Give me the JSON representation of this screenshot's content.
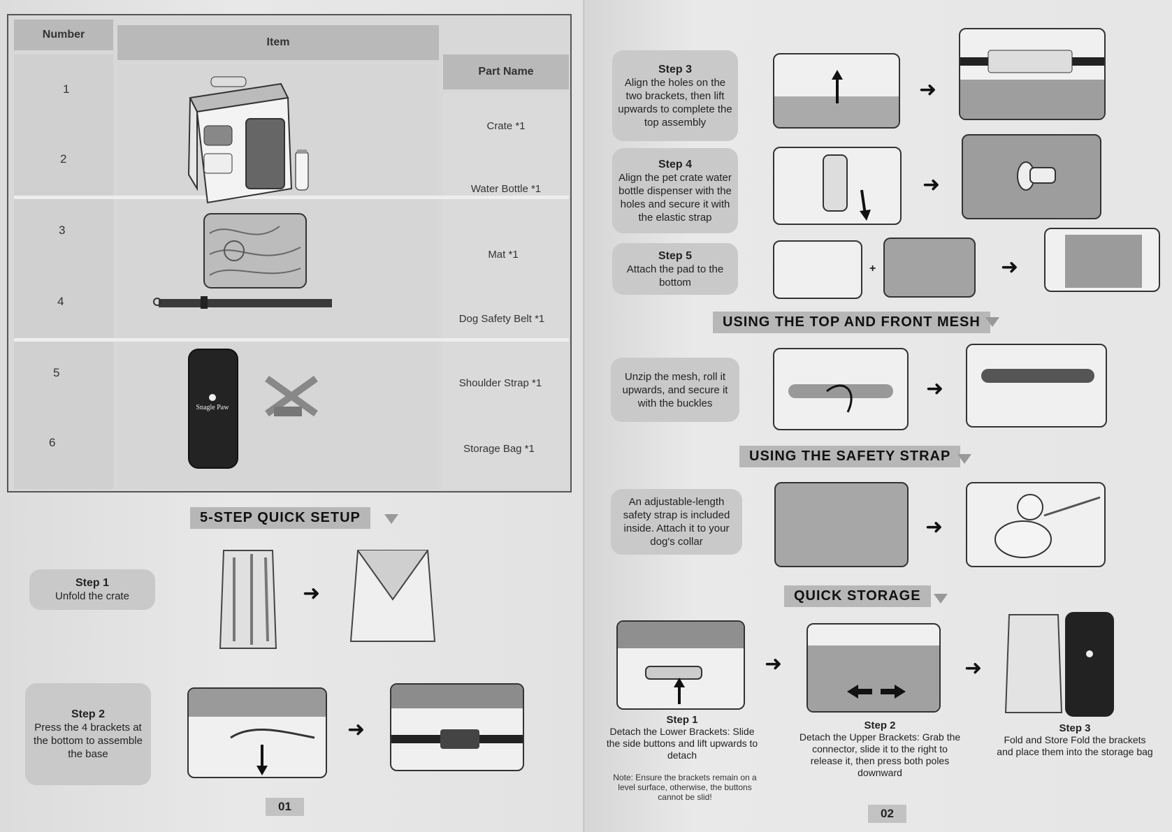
{
  "parts_table": {
    "headers": {
      "number": "Number",
      "item": "Item",
      "part_name": "Part Name"
    },
    "rows": [
      {
        "number": "1",
        "part": "Crate *1"
      },
      {
        "number": "2",
        "part": "Water Bottle *1"
      },
      {
        "number": "3",
        "part": "Mat *1"
      },
      {
        "number": "4",
        "part": "Dog Safety Belt *1"
      },
      {
        "number": "5",
        "part": "Shoulder Strap *1"
      },
      {
        "number": "6",
        "part": "Storage Bag *1"
      }
    ],
    "brand_text": "Snagle Paw"
  },
  "quick_setup": {
    "title": "5-STEP QUICK SETUP",
    "step1": {
      "label": "Step 1",
      "text": "Unfold the crate"
    },
    "step2": {
      "label": "Step 2",
      "text": "Press the 4 brackets at the bottom to assemble the base"
    },
    "step3": {
      "label": "Step 3",
      "text": "Align the holes on the two brackets, then lift upwards to complete the top assembly"
    },
    "step4": {
      "label": "Step 4",
      "text": "Align the pet crate water bottle dispenser with the holes and secure it with the elastic strap"
    },
    "step5": {
      "label": "Step 5",
      "text": "Attach the pad to the bottom"
    },
    "plus": "+"
  },
  "top_front_mesh": {
    "title": "USING THE TOP AND FRONT MESH",
    "text": "Unzip the mesh, roll it upwards, and secure it with the buckles"
  },
  "safety_strap": {
    "title": "USING THE SAFETY STRAP",
    "text": "An adjustable-length safety strap is included inside. Attach it to your dog's collar"
  },
  "quick_storage": {
    "title": "QUICK STORAGE",
    "step1": {
      "label": "Step 1",
      "text": "Detach the Lower Brackets: Slide the side buttons and lift upwards to detach",
      "note": "Note: Ensure the brackets remain on a level surface, otherwise, the buttons cannot be slid!"
    },
    "step2": {
      "label": "Step 2",
      "text": "Detach the Upper Brackets: Grab the connector, slide it to the right to release it, then press both poles downward"
    },
    "step3": {
      "label": "Step 3",
      "text": "Fold and Store Fold the brackets and place them into the storage bag"
    }
  },
  "page_numbers": {
    "left": "01",
    "right": "02"
  },
  "colors": {
    "paper": "#e9e9e9",
    "header_gray": "#b9b9b9",
    "box_gray": "#c9c9c9",
    "ink": "#222222"
  },
  "icons": {
    "arrow": "right-arrow-icon",
    "paw": "paw-icon"
  }
}
